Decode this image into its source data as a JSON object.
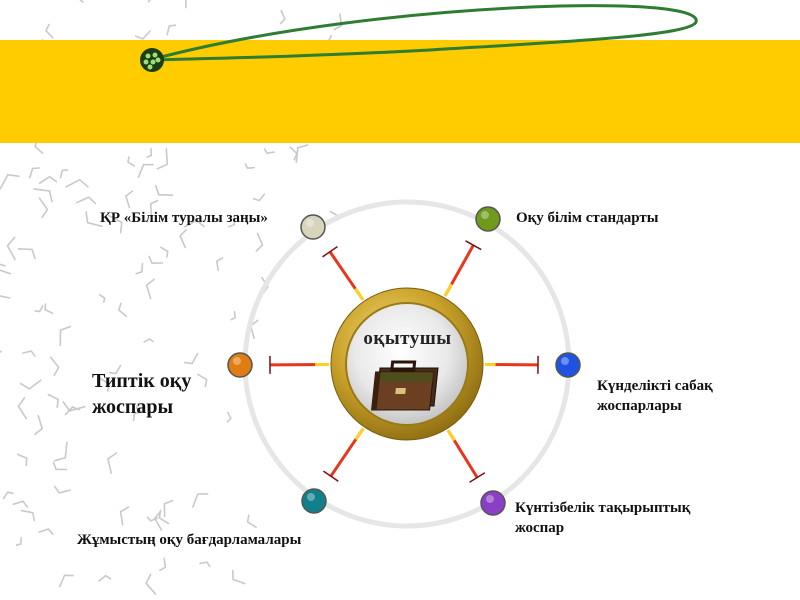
{
  "center": {
    "label": "оқытушы",
    "icon": "briefcase-icon"
  },
  "nodes": [
    {
      "id": "law",
      "label": "ҚР «Білім туралы заңы»",
      "color": "#d8d3bd"
    },
    {
      "id": "standards",
      "label": "Оқу білім стандарты",
      "color": "#6f9a1c"
    },
    {
      "id": "daily",
      "label": "Күнделікті сабақ жоспарлары",
      "color": "#1f52e0"
    },
    {
      "id": "calendar",
      "label": "Күнтізбелік тақырыптық жоспар",
      "color": "#8a3fc4"
    },
    {
      "id": "working",
      "label": "Жұмыстың оқу бағдарламалары",
      "color": "#12808a"
    },
    {
      "id": "model",
      "label": "Типтік оқу жоспары",
      "color": "#e07d10"
    }
  ],
  "colors": {
    "banner": "#ffcc00",
    "ring": "#e8e8e8",
    "center_rim": "#c8a028",
    "orbit_line": "#2e7d32"
  }
}
